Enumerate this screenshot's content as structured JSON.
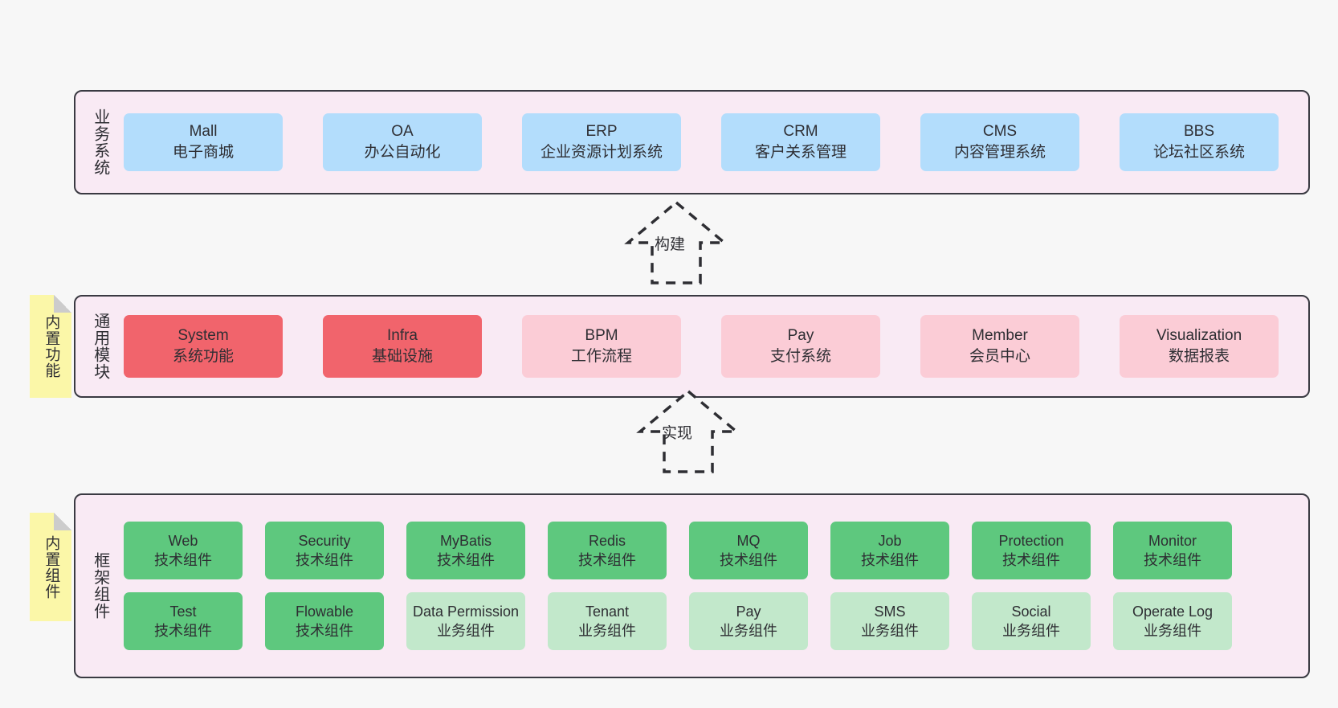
{
  "layers": [
    {
      "id": "business",
      "label": "业务系统",
      "rows": [
        {
          "nodes": [
            {
              "en": "Mall",
              "cn": "电子商城",
              "color": "blue"
            },
            {
              "en": "OA",
              "cn": "办公自动化",
              "color": "blue"
            },
            {
              "en": "ERP",
              "cn": "企业资源计划系统",
              "color": "blue"
            },
            {
              "en": "CRM",
              "cn": "客户关系管理",
              "color": "blue"
            },
            {
              "en": "CMS",
              "cn": "内容管理系统",
              "color": "blue"
            },
            {
              "en": "BBS",
              "cn": "论坛社区系统",
              "color": "blue"
            }
          ]
        }
      ]
    },
    {
      "id": "modules",
      "label": "通用模块",
      "rows": [
        {
          "nodes": [
            {
              "en": "System",
              "cn": "系统功能",
              "color": "red"
            },
            {
              "en": "Infra",
              "cn": "基础设施",
              "color": "red"
            },
            {
              "en": "BPM",
              "cn": "工作流程",
              "color": "pink"
            },
            {
              "en": "Pay",
              "cn": "支付系统",
              "color": "pink"
            },
            {
              "en": "Member",
              "cn": "会员中心",
              "color": "pink"
            },
            {
              "en": "Visualization",
              "cn": "数据报表",
              "color": "pink"
            }
          ]
        }
      ]
    },
    {
      "id": "framework",
      "label": "框架组件",
      "rows": [
        {
          "nodes": [
            {
              "en": "Web",
              "cn": "技术组件",
              "color": "green"
            },
            {
              "en": "Security",
              "cn": "技术组件",
              "color": "green"
            },
            {
              "en": "MyBatis",
              "cn": "技术组件",
              "color": "green"
            },
            {
              "en": "Redis",
              "cn": "技术组件",
              "color": "green"
            },
            {
              "en": "MQ",
              "cn": "技术组件",
              "color": "green"
            },
            {
              "en": "Job",
              "cn": "技术组件",
              "color": "green"
            },
            {
              "en": "Protection",
              "cn": "技术组件",
              "color": "green"
            },
            {
              "en": "Monitor",
              "cn": "技术组件",
              "color": "green"
            }
          ]
        },
        {
          "nodes": [
            {
              "en": "Test",
              "cn": "技术组件",
              "color": "green"
            },
            {
              "en": "Flowable",
              "cn": "技术组件",
              "color": "green"
            },
            {
              "en": "Data Permission",
              "cn": "业务组件",
              "color": "lightgreen"
            },
            {
              "en": "Tenant",
              "cn": "业务组件",
              "color": "lightgreen"
            },
            {
              "en": "Pay",
              "cn": "业务组件",
              "color": "lightgreen"
            },
            {
              "en": "SMS",
              "cn": "业务组件",
              "color": "lightgreen"
            },
            {
              "en": "Social",
              "cn": "业务组件",
              "color": "lightgreen"
            },
            {
              "en": "Operate Log",
              "cn": "业务组件",
              "color": "lightgreen"
            }
          ]
        }
      ]
    }
  ],
  "stickies": [
    {
      "id": "builtin-function",
      "label": "内置功能"
    },
    {
      "id": "builtin-component",
      "label": "内置组件"
    }
  ],
  "arrows": [
    {
      "id": "build",
      "label": "构建"
    },
    {
      "id": "impl",
      "label": "实现"
    }
  ],
  "colors": {
    "panel_bg": "#f9eaf4",
    "panel_border": "#3a3a42",
    "canvas_bg": "#f7f7f7",
    "blue": "#b3ddfc",
    "red": "#f1646c",
    "pink": "#fbccd6",
    "green": "#5ec87e",
    "lightgreen": "#c2e8cb",
    "sticky": "#fbf7a8",
    "text": "#2e2e33"
  }
}
